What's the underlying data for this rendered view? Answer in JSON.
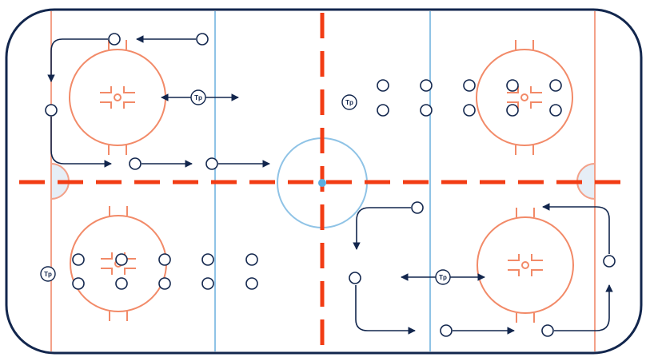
{
  "colors": {
    "board": "#12264d",
    "goal_line": "#f3a189",
    "blue_line": "#8fc3e6",
    "center_line": "#f23c14",
    "center_dot": "#5aaee0",
    "crease_fill": "#e6eef6",
    "circle": "#f28a68",
    "player": "#12264d"
  },
  "labels": {
    "tp_1": "Tp",
    "tp_2": "Tp",
    "tp_3": "Tp",
    "tp_4": "Tp"
  }
}
